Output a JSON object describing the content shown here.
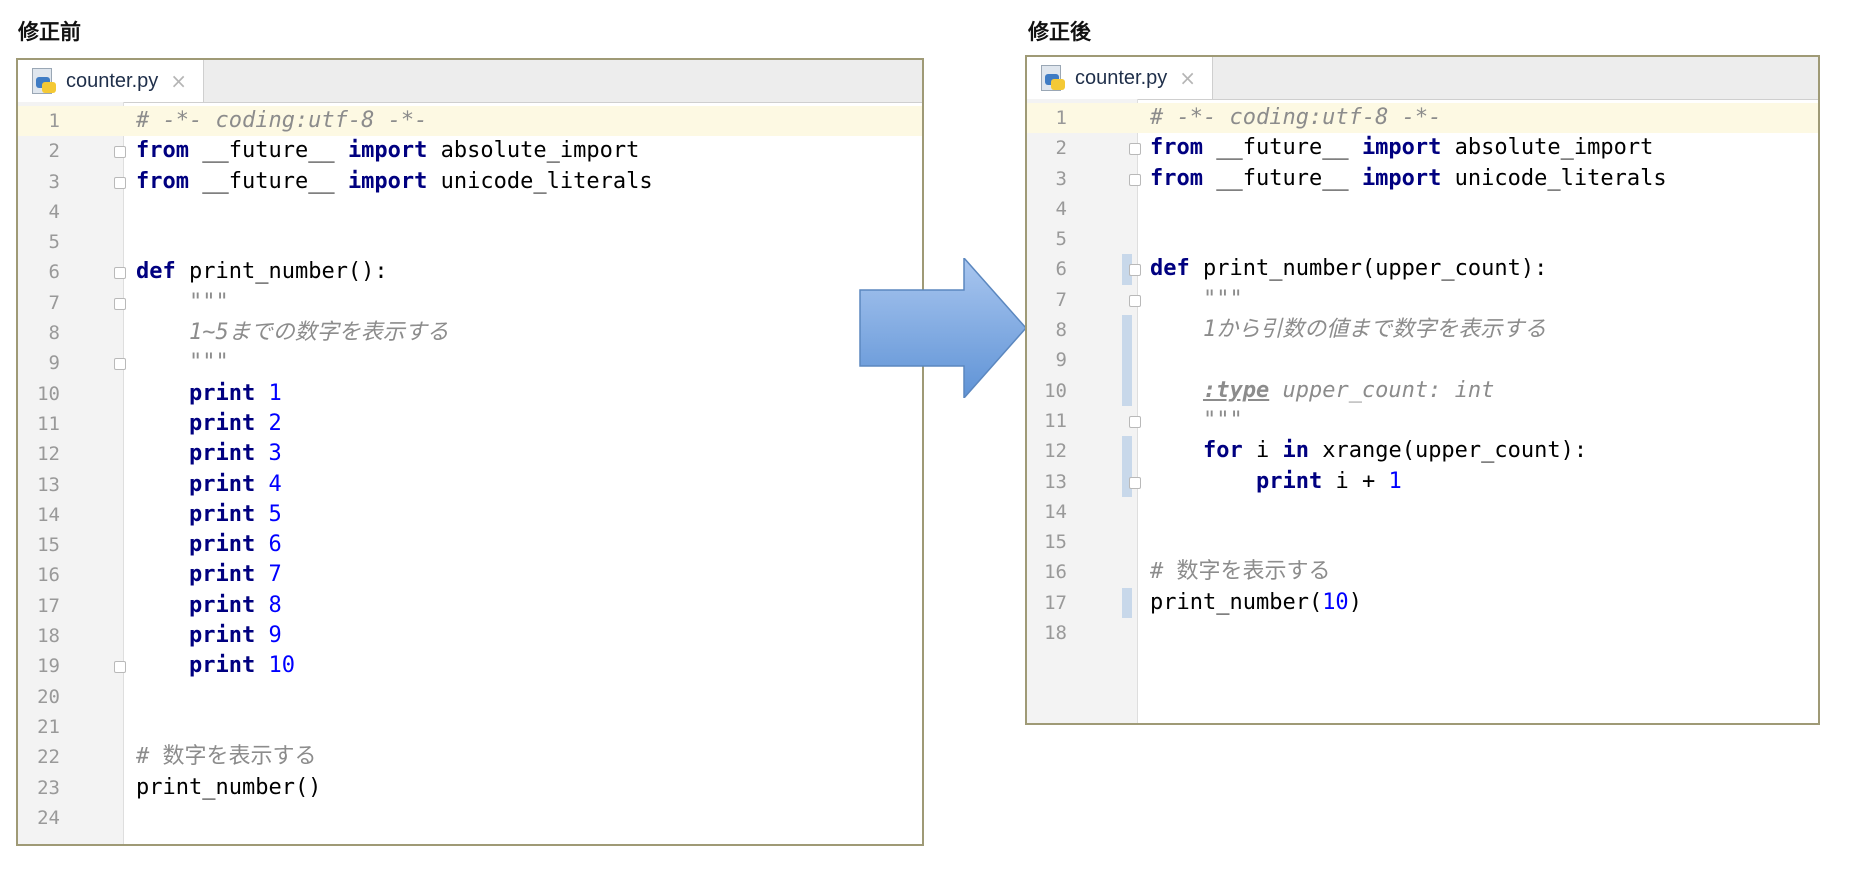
{
  "headings": {
    "before": "修正前",
    "after": "修正後"
  },
  "before": {
    "tab": {
      "filename": "counter.py",
      "close": "×",
      "icon": "python-file-icon"
    },
    "lines": [
      {
        "n": "1",
        "t": "# -*- coding:utf-8 -*-"
      },
      {
        "n": "2",
        "t": "from __future__ import absolute_import"
      },
      {
        "n": "3",
        "t": "from __future__ import unicode_literals"
      },
      {
        "n": "4",
        "t": ""
      },
      {
        "n": "5",
        "t": ""
      },
      {
        "n": "6",
        "t": "def print_number():"
      },
      {
        "n": "7",
        "t": "    \"\"\""
      },
      {
        "n": "8",
        "t": "    1~5までの数字を表示する"
      },
      {
        "n": "9",
        "t": "    \"\"\""
      },
      {
        "n": "10",
        "t": "    print 1"
      },
      {
        "n": "11",
        "t": "    print 2"
      },
      {
        "n": "12",
        "t": "    print 3"
      },
      {
        "n": "13",
        "t": "    print 4"
      },
      {
        "n": "14",
        "t": "    print 5"
      },
      {
        "n": "15",
        "t": "    print 6"
      },
      {
        "n": "16",
        "t": "    print 7"
      },
      {
        "n": "17",
        "t": "    print 8"
      },
      {
        "n": "18",
        "t": "    print 9"
      },
      {
        "n": "19",
        "t": "    print 10"
      },
      {
        "n": "20",
        "t": ""
      },
      {
        "n": "21",
        "t": ""
      },
      {
        "n": "22",
        "t": "# 数字を表示する"
      },
      {
        "n": "23",
        "t": "print_number()"
      },
      {
        "n": "24",
        "t": ""
      }
    ]
  },
  "after": {
    "tab": {
      "filename": "counter.py",
      "close": "×",
      "icon": "python-file-icon"
    },
    "lines": [
      {
        "n": "1",
        "t": "# -*- coding:utf-8 -*-"
      },
      {
        "n": "2",
        "t": "from __future__ import absolute_import"
      },
      {
        "n": "3",
        "t": "from __future__ import unicode_literals"
      },
      {
        "n": "4",
        "t": ""
      },
      {
        "n": "5",
        "t": ""
      },
      {
        "n": "6",
        "t": "def print_number(upper_count):"
      },
      {
        "n": "7",
        "t": "    \"\"\""
      },
      {
        "n": "8",
        "t": "    1から引数の値まで数字を表示する"
      },
      {
        "n": "9",
        "t": ""
      },
      {
        "n": "10",
        "t": "    :type upper_count: int"
      },
      {
        "n": "11",
        "t": "    \"\"\""
      },
      {
        "n": "12",
        "t": "    for i in xrange(upper_count):"
      },
      {
        "n": "13",
        "t": "        print i + 1"
      },
      {
        "n": "14",
        "t": ""
      },
      {
        "n": "15",
        "t": ""
      },
      {
        "n": "16",
        "t": "# 数字を表示する"
      },
      {
        "n": "17",
        "t": "print_number(10)"
      },
      {
        "n": "18",
        "t": ""
      }
    ]
  },
  "colors": {
    "keyword": "#000080",
    "number": "#0000ff",
    "comment": "#8c8c8c",
    "arrow": "#6f9fd8",
    "editor_border": "#9f9a76",
    "current_line": "#fdf9e3",
    "change_marker": "#c8d8ea"
  }
}
